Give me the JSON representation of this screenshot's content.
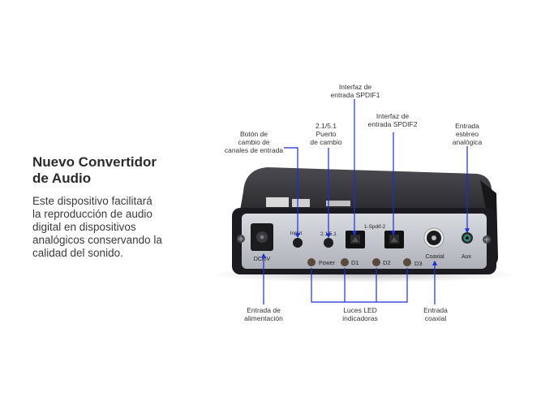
{
  "heading": {
    "line1": "Nuevo Convertidor",
    "line2": "de Audio"
  },
  "description": [
    "Este dispositivo facilitará",
    "la reproducción de audio",
    "digital en dispositivos",
    "analógicos conservando la",
    "calidad del sonido."
  ],
  "callouts": {
    "spdif1": [
      "Interfaz de",
      "entrada SPDIF1"
    ],
    "spdif2": [
      "Interfaz de",
      "entrada SPDIF2"
    ],
    "boton": [
      "Botón de",
      "cambio de",
      "canales de entrada"
    ],
    "puerto": [
      "2.1/5.1",
      "Puerto",
      "de cambio"
    ],
    "aux": [
      "Entrada",
      "estéreo",
      "analógica"
    ],
    "alimentacion": [
      "Entrada de",
      "alimentación"
    ],
    "leds": [
      "Luces LED",
      "indicadoras"
    ],
    "coaxial": [
      "Entrada",
      "coaxial"
    ]
  },
  "panel": {
    "dc": "DC/5V",
    "input": "Input",
    "mode": "2.1/5.1",
    "power": "Power",
    "d1": "D1",
    "d2": "D2",
    "d3": "D3",
    "spdif": "1-Spdif-2",
    "coaxial": "Coaxial",
    "aux": "Aux"
  },
  "colors": {
    "callout_line": "#1a2fd6",
    "device_body": "#2a2a2e",
    "panel": "#c9ccd1"
  }
}
